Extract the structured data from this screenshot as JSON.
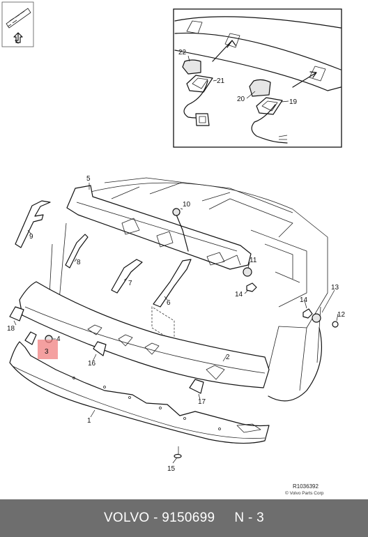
{
  "callouts": {
    "c1": "1",
    "c2": "2",
    "c3": "3",
    "c4": "4",
    "c5": "5",
    "c6": "6",
    "c7": "7",
    "c8": "8",
    "c9": "9",
    "c10": "10",
    "c11": "11",
    "c12": "12",
    "c13": "13",
    "c14a": "14",
    "c14b": "14",
    "c15": "15",
    "c16": "16",
    "c17": "17",
    "c18": "18",
    "c19": "19",
    "c20": "20",
    "c21": "21",
    "c22": "22"
  },
  "highlight": {
    "part": "3",
    "color": "#f08080"
  },
  "reference": {
    "code": "R1036392",
    "copyright": "© Volvo Parts Corp"
  },
  "footer": {
    "brand": "VOLVO",
    "part_number": "9150699",
    "position": "N - 3",
    "background": "#6e6e6e"
  }
}
